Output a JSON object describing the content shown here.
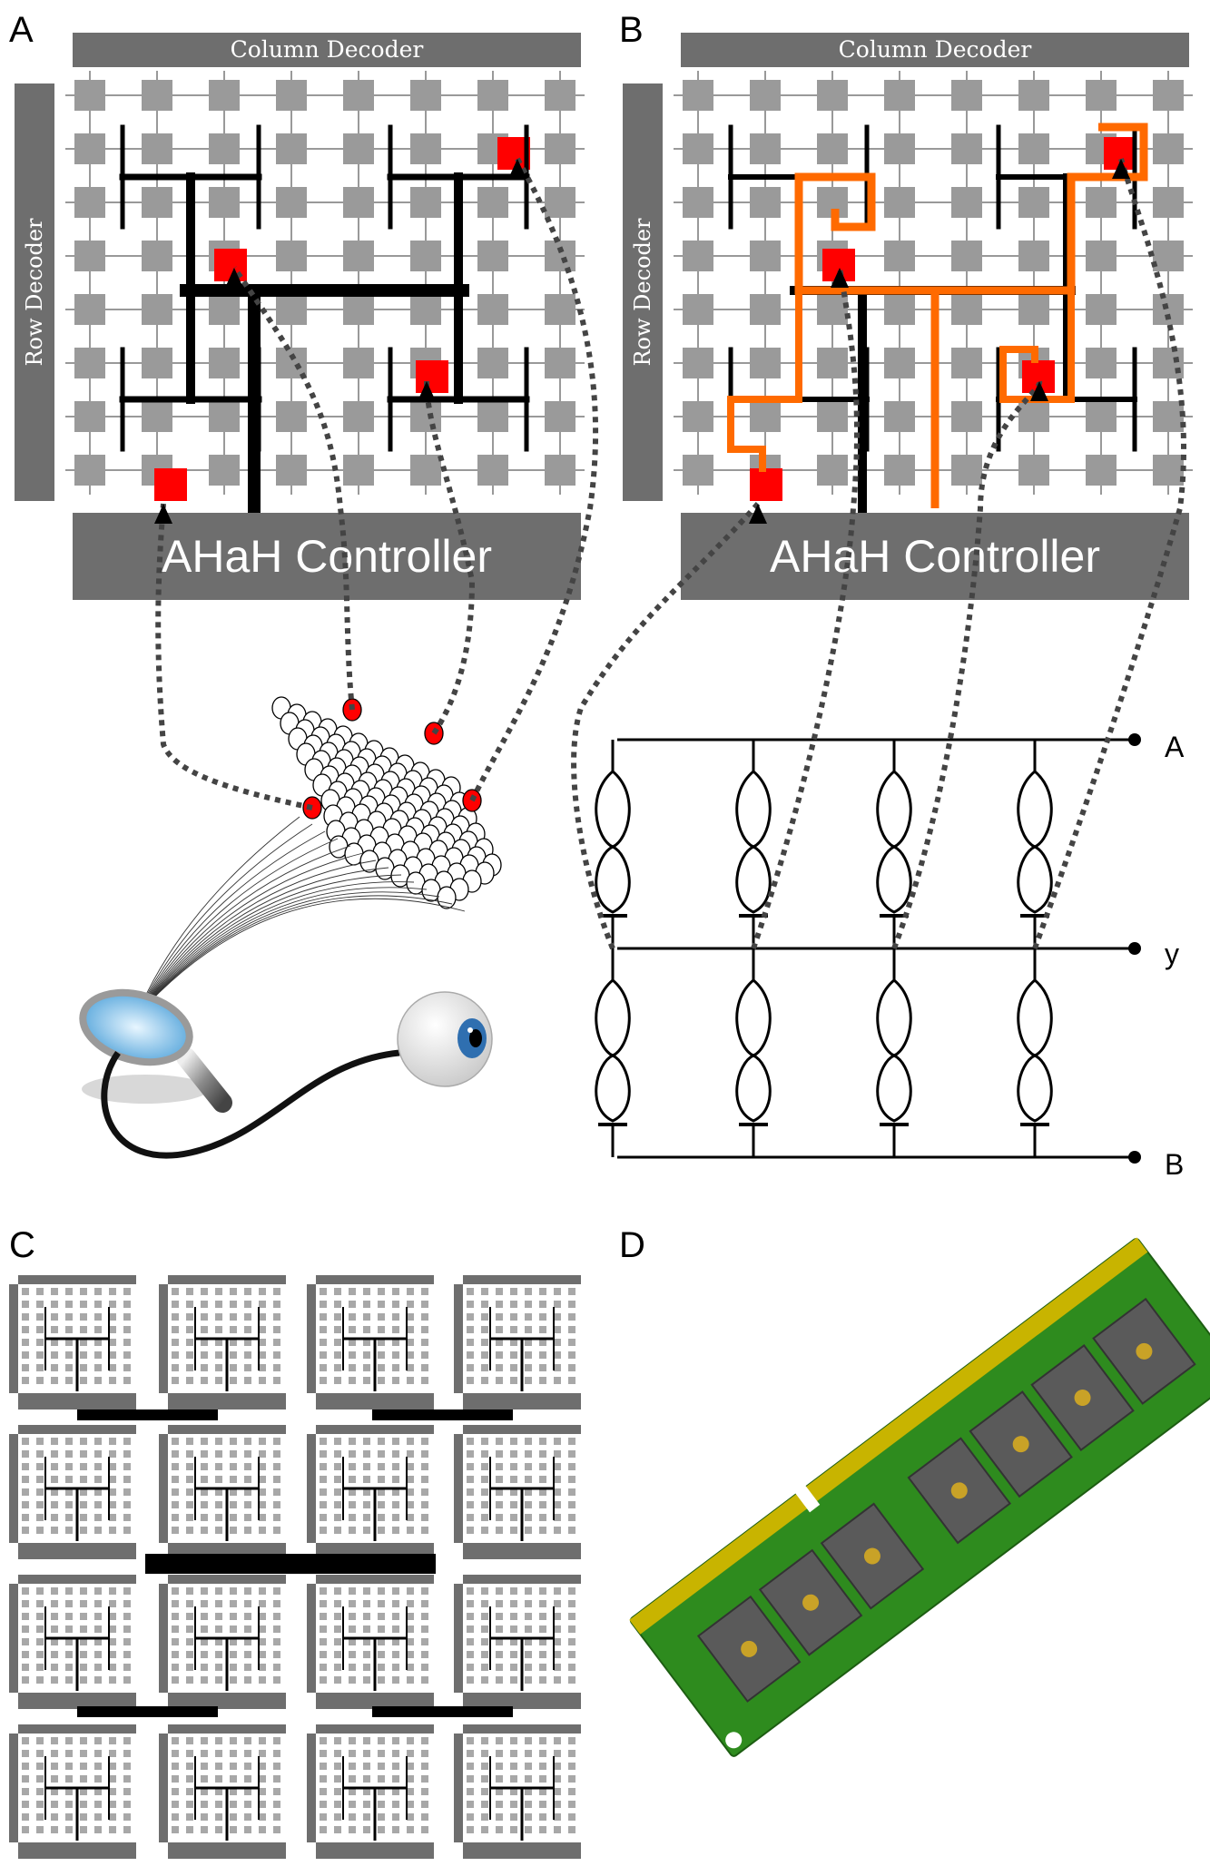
{
  "panels": {
    "a": {
      "letter": "A",
      "column_decoder": "Column Decoder",
      "row_decoder": "Row Decoder",
      "controller": "AHaH Controller"
    },
    "b": {
      "letter": "B",
      "column_decoder": "Column Decoder",
      "row_decoder": "Row Decoder",
      "controller": "AHaH Controller",
      "terminals": [
        "A",
        "y",
        "B"
      ]
    },
    "c": {
      "letter": "C"
    },
    "d": {
      "letter": "D"
    }
  },
  "icons": {
    "eye": "eyeball-icon",
    "magnifier": "magnifying-glass-icon",
    "memory_module": "ram-module-icon"
  },
  "colors": {
    "decoder_gray": "#6e6e6e",
    "cell_gray": "#9a9a9a",
    "active_cell": "#ff0000",
    "route_orange": "#ff6a00",
    "wire_black": "#000000",
    "pcb_green": "#2e8b1e",
    "gold_contacts": "#c8b400",
    "chip_gray": "#5a5a5a",
    "iris_blue": "#2f6fb0"
  }
}
